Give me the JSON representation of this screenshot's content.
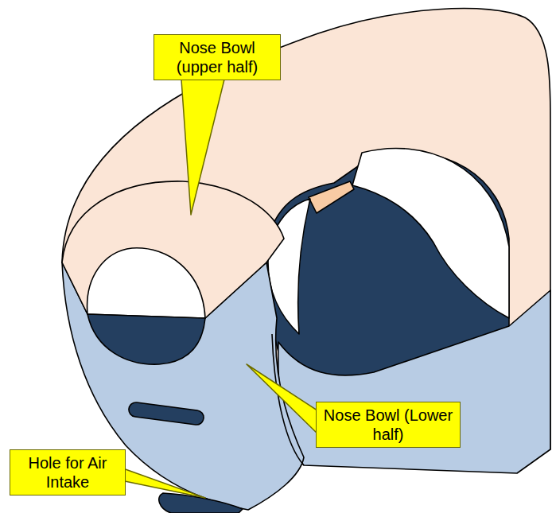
{
  "diagram": {
    "nodes": [
      {
        "text": [
          "Nose Bowl (upper half)"
        ]
      },
      {
        "text": [
          "Nose Bowl (Lower half)"
        ]
      },
      {
        "text": [
          "Hole for Air Intake"
        ]
      }
    ]
  }
}
